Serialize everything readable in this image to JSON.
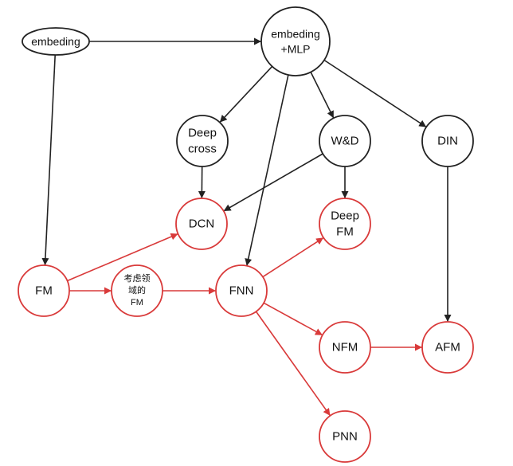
{
  "diagram": {
    "colors": {
      "black": "#222222",
      "red": "#d93a3a",
      "text": "#111111",
      "background": "#ffffff"
    },
    "nodes": [
      {
        "id": "embeding",
        "lines": [
          "embeding"
        ],
        "color": "black"
      },
      {
        "id": "embeding-mlp",
        "lines": [
          "embeding",
          "+MLP"
        ],
        "color": "black"
      },
      {
        "id": "deep-cross",
        "lines": [
          "Deep",
          "cross"
        ],
        "color": "black"
      },
      {
        "id": "wd",
        "lines": [
          "W&D"
        ],
        "color": "black"
      },
      {
        "id": "din",
        "lines": [
          "DIN"
        ],
        "color": "black"
      },
      {
        "id": "dcn",
        "lines": [
          "DCN"
        ],
        "color": "red"
      },
      {
        "id": "deep-fm",
        "lines": [
          "Deep",
          "FM"
        ],
        "color": "red"
      },
      {
        "id": "fm",
        "lines": [
          "FM"
        ],
        "color": "red"
      },
      {
        "id": "field-fm",
        "lines": [
          "考虑领",
          "域的",
          "FM"
        ],
        "color": "red"
      },
      {
        "id": "fnn",
        "lines": [
          "FNN"
        ],
        "color": "red"
      },
      {
        "id": "nfm",
        "lines": [
          "NFM"
        ],
        "color": "red"
      },
      {
        "id": "afm",
        "lines": [
          "AFM"
        ],
        "color": "red"
      },
      {
        "id": "pnn",
        "lines": [
          "PNN"
        ],
        "color": "red"
      }
    ],
    "edges": [
      {
        "from": "embeding",
        "to": "embeding-mlp",
        "color": "black"
      },
      {
        "from": "embeding",
        "to": "fm",
        "color": "black"
      },
      {
        "from": "embeding-mlp",
        "to": "deep-cross",
        "color": "black"
      },
      {
        "from": "embeding-mlp",
        "to": "wd",
        "color": "black"
      },
      {
        "from": "embeding-mlp",
        "to": "din",
        "color": "black"
      },
      {
        "from": "embeding-mlp",
        "to": "fnn",
        "color": "black"
      },
      {
        "from": "deep-cross",
        "to": "dcn",
        "color": "black"
      },
      {
        "from": "wd",
        "to": "dcn",
        "color": "black"
      },
      {
        "from": "wd",
        "to": "deep-fm",
        "color": "black"
      },
      {
        "from": "din",
        "to": "afm",
        "color": "black"
      },
      {
        "from": "fm",
        "to": "dcn",
        "color": "red"
      },
      {
        "from": "fm",
        "to": "field-fm",
        "color": "red"
      },
      {
        "from": "field-fm",
        "to": "fnn",
        "color": "red"
      },
      {
        "from": "fnn",
        "to": "deep-fm",
        "color": "red"
      },
      {
        "from": "fnn",
        "to": "nfm",
        "color": "red"
      },
      {
        "from": "fnn",
        "to": "pnn",
        "color": "red"
      },
      {
        "from": "nfm",
        "to": "afm",
        "color": "red"
      }
    ]
  }
}
